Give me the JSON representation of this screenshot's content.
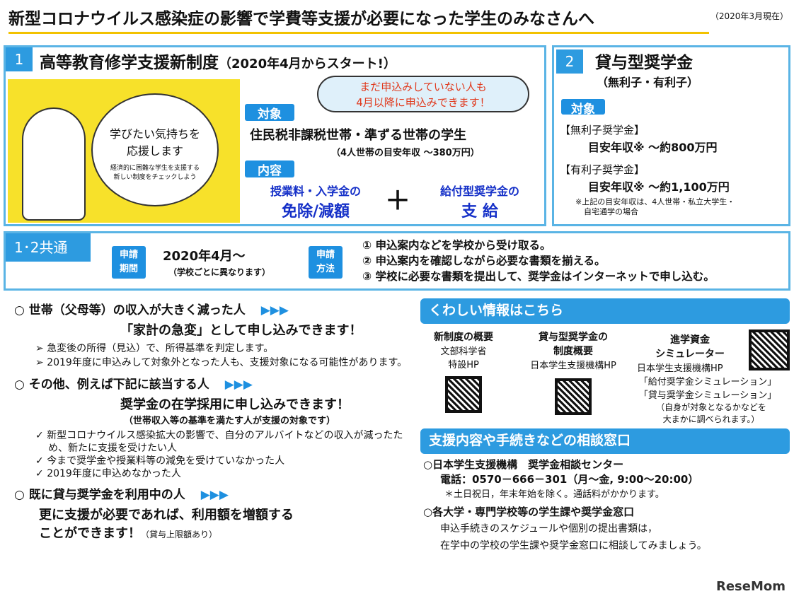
{
  "title": "新型コロナウイルス感染症の影響で学費等支援が必要になった学生のみなさんへ",
  "date": "（2020年3月現在）",
  "section1": {
    "num": "1",
    "heading": "高等教育修学支援新制度",
    "heading_sub": "（2020年4月からスタート!）",
    "bubble": [
      "まだ申込みしていない人も",
      "4月以降に申込みできます！"
    ],
    "illus_text": [
      "学びたい気持ちを",
      "応援します"
    ],
    "illus_sub": [
      "経済的に困難な学生を支援する",
      "新しい制度をチェックしよう"
    ],
    "target_label": "対象",
    "target": "住民税非課税世帯・準ずる世帯の学生",
    "target_note": "（4人世帯の目安年収 ～380万円）",
    "content_label": "内容",
    "content1_a": "授業料・入学金の",
    "content1_b": "免除/減額",
    "plus": "＋",
    "content2_a": "給付型奨学金の",
    "content2_b": "支 給"
  },
  "section2": {
    "num": "2",
    "heading": "貸与型奨学金",
    "sub": "（無利子・有利子）",
    "target_label": "対象",
    "item1_label": "【無利子奨学金】",
    "item1_value": "目安年収※ ～約800万円",
    "item2_label": "【有利子奨学金】",
    "item2_value": "目安年収※ ～約1,100万円",
    "note": [
      "※上記の目安年収は、4人世帯・私立大学生・",
      "自宅通学の場合"
    ]
  },
  "common": {
    "label": "1･2共通",
    "period_label": [
      "申請",
      "期間"
    ],
    "period": "2020年4月～",
    "period_note": "（学校ごとに異なります）",
    "method_label": [
      "申請",
      "方法"
    ],
    "steps": [
      "① 申込案内などを学校から受け取る。",
      "② 申込案内を確認しながら必要な書類を揃える。",
      "③ 学校に必要な書類を提出して、奨学金はインターネットで申し込む。"
    ]
  },
  "left": [
    {
      "head": "○  世帯（父母等）の収入が大きく減った人",
      "arrow": "▶▶▶",
      "sub": "「家計の急変」として申し込みできます！",
      "bullets": [
        "急変後の所得（見込）で、所得基準を判定します。",
        "2019年度に申込みして対象外となった人も、支援対象になる可能性があります。"
      ]
    },
    {
      "head": "○ その他、例えば下記に該当する人",
      "arrow": "▶▶▶",
      "sub": "奨学金の在学採用に申し込みできます！",
      "sub2": "（世帯収入等の基準を満たす人が支援の対象です）",
      "bullets": [
        "新型コロナウイルス感染拡大の影響で、自分のアルバイトなどの収入が減ったため、新たに支援を受けたい人",
        "今まで奨学金や授業料等の減免を受けていなかった人",
        "2019年度に申込めなかった人"
      ]
    },
    {
      "head": "○ 既に貸与奨学金を利用中の人",
      "arrow": "▶▶▶",
      "sub": "更に支援が必要であれば、利用額を増額する",
      "sub2": "ことができます！",
      "sub2_note": "（貸与上限額あり）"
    }
  ],
  "info": {
    "heading": "くわしい情報はこちら",
    "col1": {
      "title": "新制度の概要",
      "org": [
        "文部科学省",
        "特設HP"
      ]
    },
    "col2": {
      "title": [
        "貸与型奨学金の",
        "制度概要"
      ],
      "org": "日本学生支援機構HP"
    },
    "col3": {
      "title": [
        "進学資金",
        "シミュレーター"
      ],
      "org": "日本学生支援機構HP",
      "links": [
        "「給付奨学金シミュレーション」",
        "「貸与奨学金シミュレーション」"
      ],
      "note": [
        "（自身が対象となるかなどを",
        "大まかに調べられます。）"
      ]
    }
  },
  "consult": {
    "heading": "支援内容や手続きなどの相談窓口",
    "org1": "○日本学生支援機構　奨学金相談センター",
    "phone": "電話：0570－666－301（月～金, 9:00～20:00）",
    "phone_note": "＊土日祝日，年末年始を除く。通話料がかかります。",
    "org2": "○各大学・専門学校等の学生課や奨学金窓口",
    "org2_text": [
      "申込手続きのスケジュールや個別の提出書類は，",
      "在学中の学校の学生課や奨学金窓口に相談してみましょう。"
    ]
  },
  "logo": "ReseMom",
  "colors": {
    "accent": "#2d9be0",
    "border": "#5ab4e5",
    "highlight": "#f2c200",
    "deep_blue": "#1530c8"
  }
}
